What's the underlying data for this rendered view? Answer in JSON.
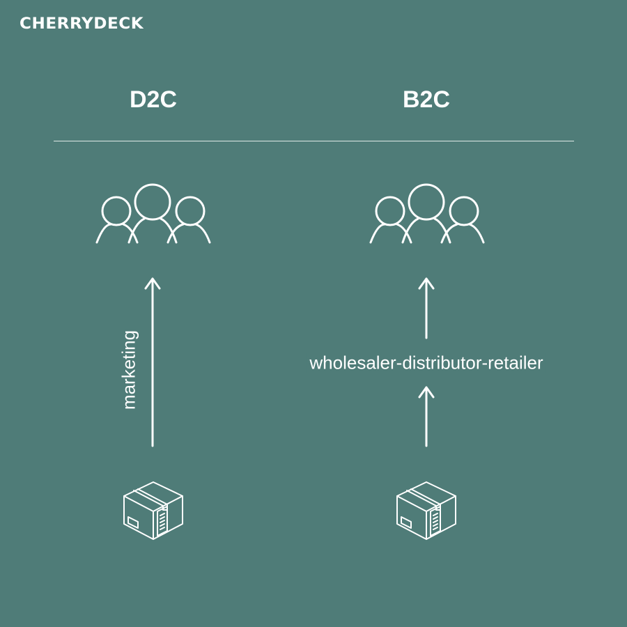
{
  "logo": "CHERRYDECK",
  "columns": [
    {
      "title": "D2C",
      "channel_label": "marketing"
    },
    {
      "title": "B2C",
      "channel_label": "wholesaler-distributor-retailer"
    }
  ],
  "colors": {
    "background": "#4f7c78",
    "foreground": "#ffffff"
  }
}
